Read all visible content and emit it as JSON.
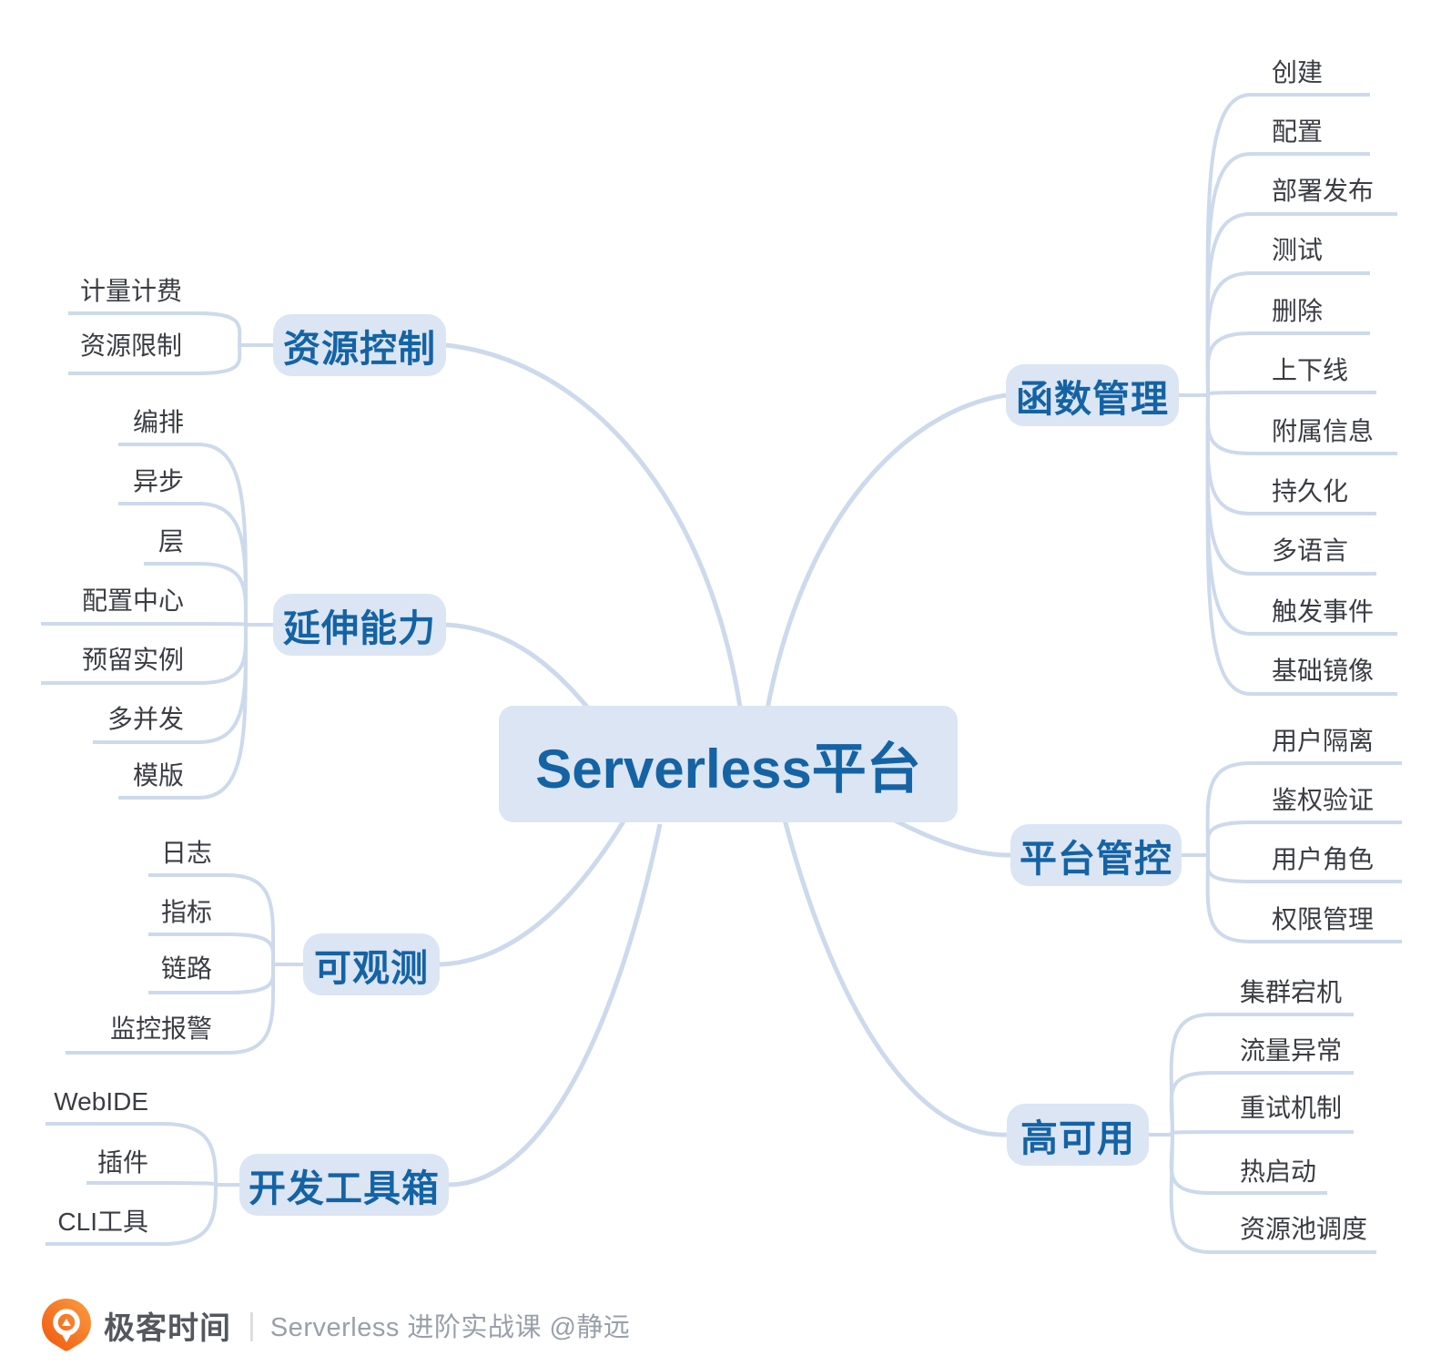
{
  "title": "Serverless平台",
  "branches": [
    {
      "label": "资源控制",
      "children": [
        "计量计费",
        "资源限制"
      ]
    },
    {
      "label": "延伸能力",
      "children": [
        "编排",
        "异步",
        "层",
        "配置中心",
        "预留实例",
        "多并发",
        "模版"
      ]
    },
    {
      "label": "可观测",
      "children": [
        "日志",
        "指标",
        "链路",
        "监控报警"
      ]
    },
    {
      "label": "开发工具箱",
      "children": [
        "WebIDE",
        "插件",
        "CLI工具"
      ]
    },
    {
      "label": "函数管理",
      "children": [
        "创建",
        "配置",
        "部署发布",
        "测试",
        "删除",
        "上下线",
        "附属信息",
        "持久化",
        "多语言",
        "触发事件",
        "基础镜像"
      ]
    },
    {
      "label": "平台管控",
      "children": [
        "用户隔离",
        "鉴权验证",
        "用户角色",
        "权限管理"
      ]
    },
    {
      "label": "高可用",
      "children": [
        "集群宕机",
        "流量异常",
        "重试机制",
        "热启动",
        "资源池调度"
      ]
    }
  ],
  "footer": {
    "logo_icon": "geektime-pin-icon",
    "brand": "极客时间",
    "divider": "|",
    "course": "Serverless 进阶实战课 @静远"
  },
  "colors": {
    "node_bg": "#dce5f3",
    "node_text": "#1463a5",
    "leaf_text": "#3b3d42",
    "line": "#cdd9ec",
    "logo_orange": "#f36d21",
    "footer_brand": "#54575d",
    "footer_course": "#99a0a9"
  }
}
